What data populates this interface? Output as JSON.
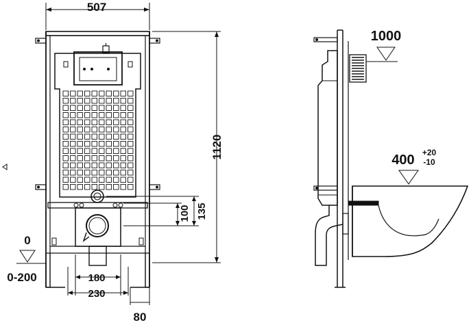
{
  "dimensions": {
    "frame_width": "507",
    "frame_height": "1120",
    "drain_height": "135",
    "supply_height": "100",
    "floor_level": "0",
    "floor_range": "0-200",
    "foot_spacing": "180",
    "foot_width": "230",
    "foot_depth": "80",
    "flush_height": "1000",
    "bowl_height": "400",
    "tolerance_plus": "+20",
    "tolerance_minus": "-10"
  },
  "colors": {
    "line": "#111111",
    "background": "#ffffff"
  }
}
